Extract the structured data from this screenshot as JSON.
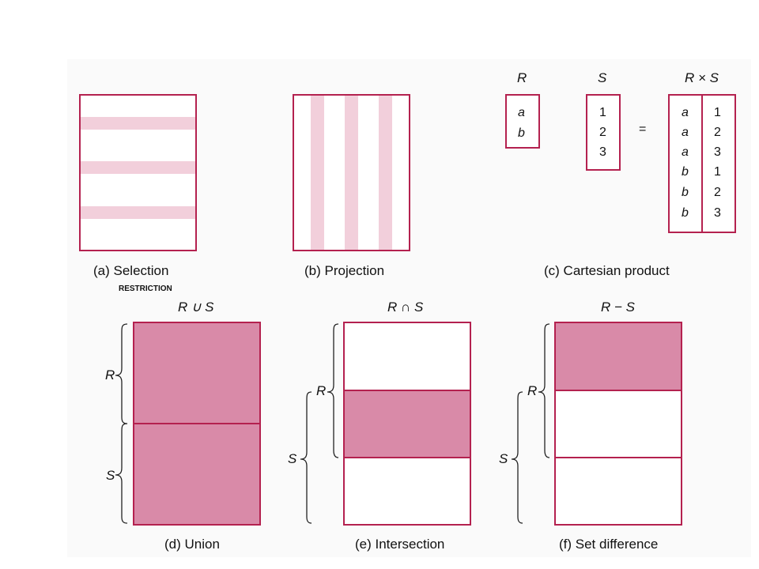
{
  "colors": {
    "border": "#b4214f",
    "fill": "#d98aa8",
    "stripe": "#f2cfdb",
    "brace": "#222222"
  },
  "panels": {
    "selection": {
      "caption": "(a) Selection",
      "note": "RESTRICTION"
    },
    "projection": {
      "caption": "(b) Projection"
    },
    "cartesian": {
      "caption": "(c) Cartesian product",
      "r_label": "R",
      "s_label": "S",
      "rxs_label": "R × S",
      "equals": "=",
      "r_values": [
        "a",
        "b"
      ],
      "s_values": [
        "1",
        "2",
        "3"
      ],
      "product_left": [
        "a",
        "a",
        "a",
        "b",
        "b",
        "b"
      ],
      "product_right": [
        "1",
        "2",
        "3",
        "1",
        "2",
        "3"
      ]
    },
    "union": {
      "caption": "(d) Union",
      "title": "R ∪ S",
      "r_label": "R",
      "s_label": "S"
    },
    "intersection": {
      "caption": "(e) Intersection",
      "title": "R ∩ S",
      "r_label": "R",
      "s_label": "S"
    },
    "difference": {
      "caption": "(f) Set difference",
      "title": "R − S",
      "r_label": "R",
      "s_label": "S"
    }
  }
}
